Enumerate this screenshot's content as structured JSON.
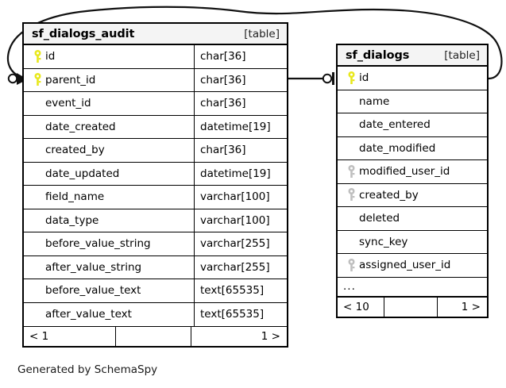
{
  "diagram": {
    "caption": "Generated by SchemaSpy",
    "colors": {
      "primary_key_icon": "#e8e81c",
      "foreign_key_icon": "#bfbfbf",
      "header_background": "#f4f4f4",
      "border": "#000000",
      "background": "#ffffff"
    }
  },
  "tables": [
    {
      "name": "sf_dialogs_audit",
      "kind": "[table]",
      "show_type_column": true,
      "columns": [
        {
          "name": "id",
          "type": "char[36]",
          "key": "primary"
        },
        {
          "name": "parent_id",
          "type": "char[36]",
          "key": "primary"
        },
        {
          "name": "event_id",
          "type": "char[36]",
          "key": "none"
        },
        {
          "name": "date_created",
          "type": "datetime[19]",
          "key": "none"
        },
        {
          "name": "created_by",
          "type": "char[36]",
          "key": "none"
        },
        {
          "name": "date_updated",
          "type": "datetime[19]",
          "key": "none"
        },
        {
          "name": "field_name",
          "type": "varchar[100]",
          "key": "none"
        },
        {
          "name": "data_type",
          "type": "varchar[100]",
          "key": "none"
        },
        {
          "name": "before_value_string",
          "type": "varchar[255]",
          "key": "none"
        },
        {
          "name": "after_value_string",
          "type": "varchar[255]",
          "key": "none"
        },
        {
          "name": "before_value_text",
          "type": "text[65535]",
          "key": "none"
        },
        {
          "name": "after_value_text",
          "type": "text[65535]",
          "key": "none"
        }
      ],
      "has_ellipsis_row": false,
      "footer": {
        "left": "< 1",
        "middle": "",
        "right": "1 >"
      }
    },
    {
      "name": "sf_dialogs",
      "kind": "[table]",
      "show_type_column": false,
      "columns": [
        {
          "name": "id",
          "key": "primary"
        },
        {
          "name": "name",
          "key": "none"
        },
        {
          "name": "date_entered",
          "key": "none"
        },
        {
          "name": "date_modified",
          "key": "none"
        },
        {
          "name": "modified_user_id",
          "key": "foreign"
        },
        {
          "name": "created_by",
          "key": "foreign"
        },
        {
          "name": "deleted",
          "key": "none"
        },
        {
          "name": "sync_key",
          "key": "none"
        },
        {
          "name": "assigned_user_id",
          "key": "foreign"
        }
      ],
      "has_ellipsis_row": true,
      "ellipsis_text": "...",
      "footer": {
        "left": "< 10",
        "middle": "",
        "right": "1 >"
      }
    }
  ],
  "relationships": [
    {
      "name": "parent-id-to-dialogs-id",
      "from_table": "sf_dialogs_audit",
      "from_column": "parent_id",
      "to_table": "sf_dialogs",
      "to_column": "id",
      "style": "straight",
      "from_marker": "none",
      "to_marker": "zero-or-one"
    },
    {
      "name": "dialogs-id-to-parent-id-curve",
      "from_table": "sf_dialogs",
      "from_column": "id",
      "to_table": "sf_dialogs_audit",
      "to_column": "parent_id",
      "style": "curved",
      "from_marker": "none",
      "to_marker": "zero-or-many"
    }
  ]
}
